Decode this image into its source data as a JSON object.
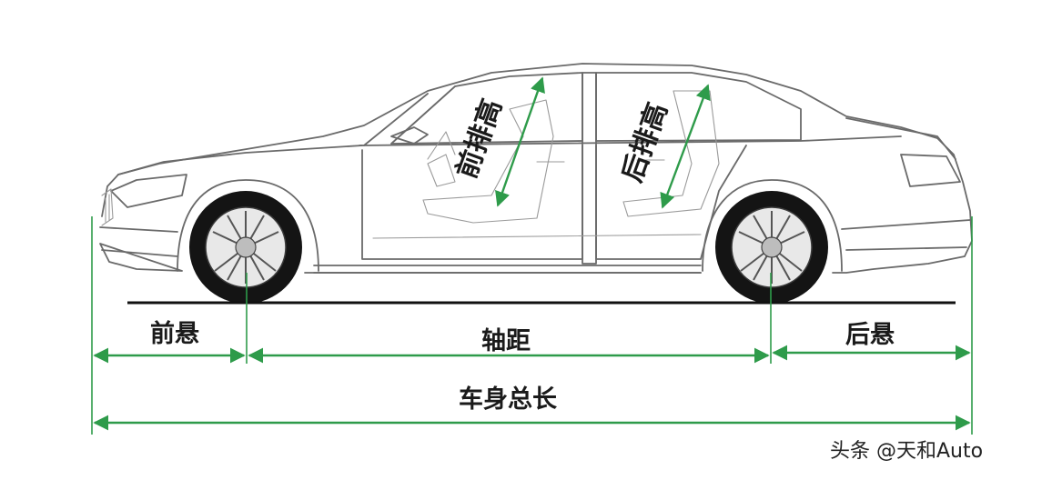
{
  "labels": {
    "front_overhang": "前悬",
    "wheelbase": "轴距",
    "rear_overhang": "后悬",
    "overall_length": "车身总长",
    "front_headroom": "前排高",
    "rear_headroom": "后排高"
  },
  "watermark": "头条 @天和Auto",
  "colors": {
    "dimension_line": "#2e9b4a",
    "car_outline": "#6a6a6a",
    "ground": "#111111",
    "text": "#1a1a1a"
  }
}
